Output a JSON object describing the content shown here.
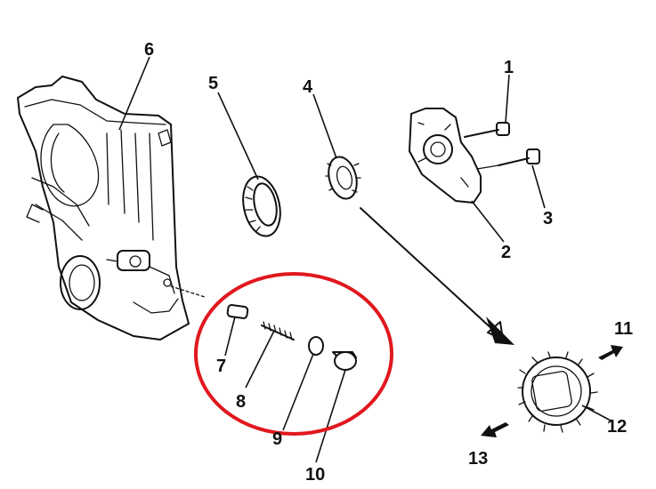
{
  "diagram": {
    "callouts": [
      "1",
      "2",
      "3",
      "4",
      "5",
      "6",
      "7",
      "8",
      "9",
      "10",
      "11",
      "12",
      "13"
    ],
    "highlight_color": "#e0181e",
    "ink_color": "#111111"
  }
}
